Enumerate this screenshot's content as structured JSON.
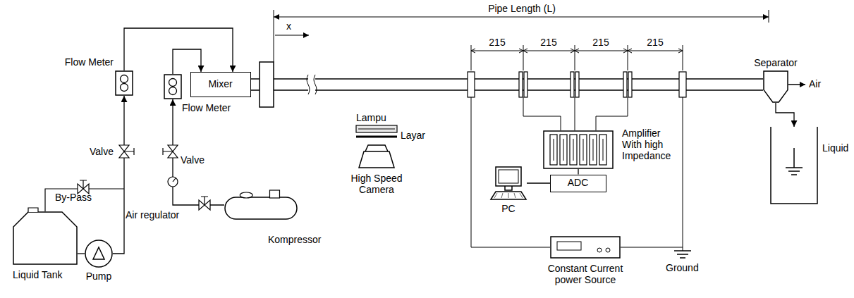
{
  "diagram": {
    "nodes": [
      {
        "text": [
          "Liquid Tank"
        ]
      },
      {
        "text": [
          "Pump"
        ]
      },
      {
        "text": [
          "Flow Meter"
        ]
      },
      {
        "text": [
          "Mixer"
        ]
      },
      {
        "text": [
          "Flow Meter"
        ]
      },
      {
        "text": [
          "Kompressor"
        ]
      },
      {
        "text": [
          "Lampu"
        ]
      },
      {
        "text": [
          "High Speed Camera"
        ]
      },
      {
        "text": [
          "Amplifier With high Impedance"
        ]
      },
      {
        "text": [
          "ADC"
        ]
      },
      {
        "text": [
          "PC"
        ]
      },
      {
        "text": [
          "Constant Current power Source"
        ]
      },
      {
        "text": [
          "Separator"
        ]
      },
      {
        "text": [
          "Liquid"
        ]
      }
    ],
    "edges": [
      {
        "from": 0,
        "to": 1,
        "arrow": "none"
      },
      {
        "from": 1,
        "to": 2,
        "arrow": "to"
      },
      {
        "from": 2,
        "to": 3,
        "arrow": "to"
      },
      {
        "from": 5,
        "to": 4,
        "arrow": "to"
      },
      {
        "from": 4,
        "to": 3,
        "arrow": "to"
      },
      {
        "from": 8,
        "to": 9,
        "arrow": "none"
      },
      {
        "from": 9,
        "to": 10,
        "arrow": "none"
      },
      {
        "from": 12,
        "to": 13,
        "arrow": "to"
      }
    ],
    "labels": [
      "Pipe Length (L)",
      "x",
      "215",
      "215",
      "215",
      "215",
      "Valve",
      "Valve",
      "By-Pass",
      "Air regulator",
      "Layar",
      "Ground",
      "Air"
    ]
  }
}
